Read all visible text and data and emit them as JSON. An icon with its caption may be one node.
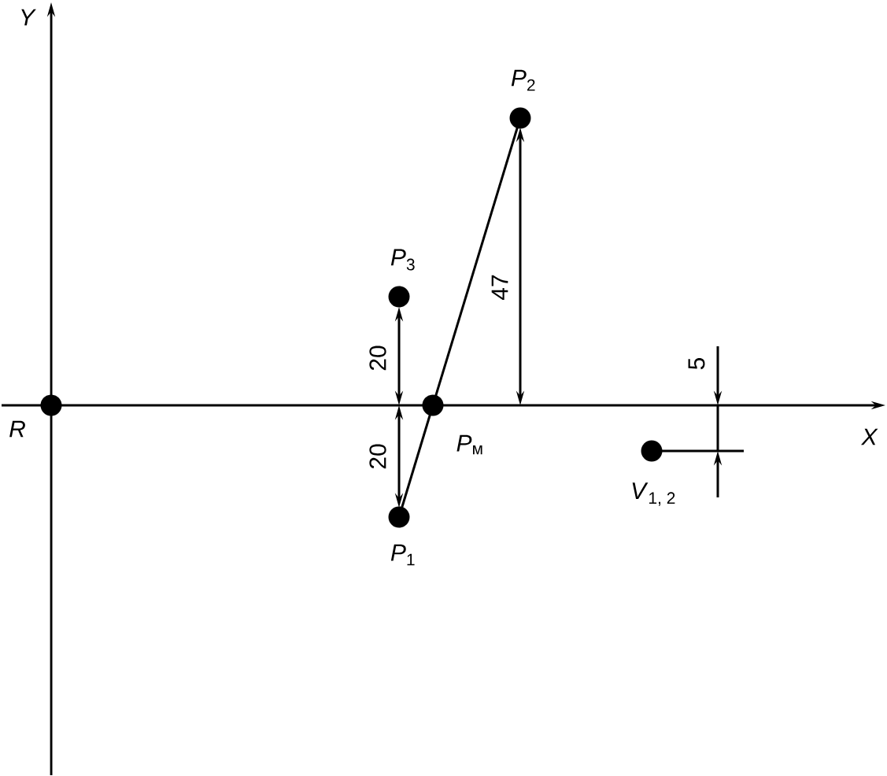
{
  "diagram": {
    "nodes": [
      {
        "text": [],
        "shape": "circle",
        "beside": [
          "*R*"
        ]
      },
      {
        "text": [],
        "shape": "circle",
        "beside": [
          "*P*$_{3}$"
        ]
      },
      {
        "text": [],
        "shape": "circle",
        "beside": [
          "*P*$_{2}$"
        ]
      },
      {
        "text": [],
        "shape": "circle",
        "beside": [
          "*P*$_{м}$"
        ]
      },
      {
        "text": [],
        "shape": "circle",
        "beside": [
          "*P*$_{1}$"
        ]
      },
      {
        "text": [],
        "shape": "circle",
        "beside": [
          "*V*$_{1, 2}$"
        ]
      }
    ],
    "edges": [
      {
        "from": 4,
        "to": 3,
        "arrow": "none"
      },
      {
        "from": 3,
        "to": 2,
        "arrow": "none"
      }
    ],
    "labels": [
      "*Y*",
      "47",
      "20",
      "5",
      "*X*",
      "20"
    ]
  }
}
